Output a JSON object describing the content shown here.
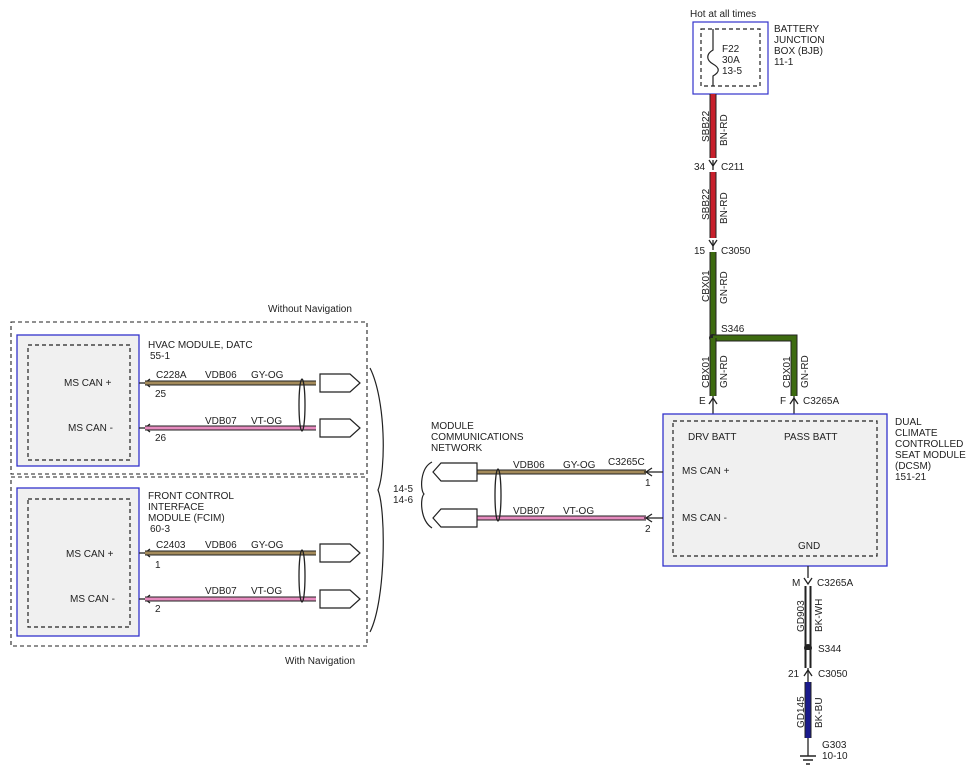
{
  "colors": {
    "module_border": "#3333cc",
    "module_fill": "#f0f0f0",
    "wire_bn_rd": "#c8202c",
    "wire_gn_rd": "#3d6b10",
    "wire_gy_og": "#a38a5a",
    "wire_vt_og": "#e68bbf",
    "wire_bk_wh": "#1a1a1a",
    "wire_bk_bu": "#1a1a8c",
    "line": "#222222"
  },
  "bjb": {
    "hot_label": "Hot at all times",
    "fuse_name": "F22",
    "fuse_rating": "30A",
    "fuse_ref": "13-5",
    "title_lines": [
      "BATTERY",
      "JUNCTION",
      "BOX (BJB)",
      "11-1"
    ]
  },
  "power_feed": {
    "seg1": {
      "circuit": "SBB22",
      "color": "BN-RD"
    },
    "c211": {
      "pin": "34",
      "name": "C211"
    },
    "seg2": {
      "circuit": "SBB22",
      "color": "BN-RD"
    },
    "c3050_top": {
      "pin": "15",
      "name": "C3050"
    },
    "seg3": {
      "circuit": "CBX01",
      "color": "GN-RD"
    },
    "splice": "S346",
    "branch_left": {
      "circuit": "CBX01",
      "color": "GN-RD",
      "pin": "E"
    },
    "branch_right": {
      "circuit": "CBX01",
      "color": "GN-RD",
      "pin": "F"
    },
    "connector": "C3265A"
  },
  "dcsm": {
    "title_lines": [
      "DUAL",
      "CLIMATE",
      "CONTROLLED",
      "SEAT MODULE",
      "(DCSM)",
      "151-21"
    ],
    "drv_batt": "DRV BATT",
    "pass_batt": "PASS BATT",
    "ms_can_plus": "MS CAN +",
    "ms_can_minus": "MS CAN -",
    "gnd": "GND",
    "connector": "C3265C",
    "pin_plus": "1",
    "pin_minus": "2",
    "wire_plus": {
      "circuit": "VDB06",
      "color": "GY-OG"
    },
    "wire_minus": {
      "circuit": "VDB07",
      "color": "VT-OG"
    }
  },
  "network": {
    "title_lines": [
      "MODULE",
      "COMMUNICATIONS",
      "NETWORK"
    ],
    "page_refs": [
      "14-5",
      "14-6"
    ]
  },
  "ground": {
    "pin": "M",
    "connector": "C3265A",
    "seg1": {
      "circuit": "GD903",
      "color": "BK-WH"
    },
    "splice": "S344",
    "c3050": {
      "pin": "21",
      "name": "C3050"
    },
    "seg2": {
      "circuit": "GD145",
      "color": "BK-BU"
    },
    "ground_name": "G303",
    "ground_ref": "10-10"
  },
  "without_nav": {
    "caption": "Without Navigation",
    "module_lines": [
      "HVAC MODULE, DATC",
      "55-1"
    ],
    "ms_can_plus": "MS CAN +",
    "ms_can_minus": "MS CAN -",
    "connector": "C228A",
    "pin_plus": "25",
    "pin_minus": "26",
    "wire_plus": {
      "circuit": "VDB06",
      "color": "GY-OG"
    },
    "wire_minus": {
      "circuit": "VDB07",
      "color": "VT-OG"
    }
  },
  "with_nav": {
    "caption": "With Navigation",
    "module_lines": [
      "FRONT CONTROL",
      "INTERFACE",
      "MODULE (FCIM)",
      "60-3"
    ],
    "ms_can_plus": "MS CAN +",
    "ms_can_minus": "MS CAN -",
    "connector": "C2403",
    "pin_plus": "1",
    "pin_minus": "2",
    "wire_plus": {
      "circuit": "VDB06",
      "color": "GY-OG"
    },
    "wire_minus": {
      "circuit": "VDB07",
      "color": "VT-OG"
    }
  }
}
